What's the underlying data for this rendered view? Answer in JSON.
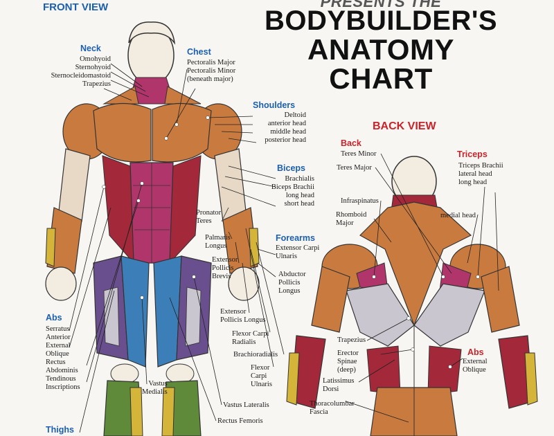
{
  "title": {
    "top_partial": "PRESENTS THE",
    "line1": "BODYBUILDER'S",
    "line2": "ANATOMY",
    "line3": "CHART"
  },
  "views": {
    "front": "FRONT VIEW",
    "back": "BACK VIEW"
  },
  "front": {
    "neck": {
      "heading": "Neck",
      "items": "Omohyoid\nSternohyoid\nSternocleidomastoid\nTrapezius"
    },
    "chest": {
      "heading": "Chest",
      "items": "Pectoralis Major\nPectoralis Minor\n(beneath major)"
    },
    "shoulders": {
      "heading": "Shoulders",
      "items": "Deltoid\nanterior head\nmiddle head\nposterior head"
    },
    "biceps": {
      "heading": "Biceps",
      "items": "Brachialis\nBiceps Brachii\nlong head\nshort head"
    },
    "pronator": "Pronator\nTeres",
    "palmaris": "Palmaris\nLongus",
    "extensor_pollicis_brevis": "Extensor\nPollicis\nBrevis",
    "forearms": {
      "heading": "Forearms",
      "items": "Extensor Carpi\nUlnaris"
    },
    "abductor": "Abductor\nPollicis\nLongus",
    "extensor_pollicis_longus": "Extensor\nPollicis Longus",
    "flexor_carpi_radialis": "Flexor Carpi\nRadialis",
    "brachioradialis": "Brachioradialis",
    "flexor_carpi_ulnaris": "Flexor\nCarpi\nUlnaris",
    "abs": {
      "heading": "Abs",
      "items": "Serratus\nAnterior\nExternal\nOblique\nRectus\nAbdominis\nTendinous\nInscriptions"
    },
    "vastus_medialis": "Vastus\nMedialis",
    "vastus_lateralis": "Vastus Lateralis",
    "rectus_femoris": "Rectus Femoris",
    "thighs": {
      "heading": "Thighs"
    }
  },
  "back": {
    "back_group": {
      "heading": "Back",
      "teres_minor": "Teres Minor",
      "teres_major": "Teres Major",
      "infraspinatus": "Infraspinatus",
      "rhomboid": "Rhomboid\nMajor"
    },
    "triceps": {
      "heading": "Triceps",
      "items": "Triceps Brachii\nlateral head\nlong head",
      "medial": "medial head"
    },
    "trapezius": "Trapezius",
    "erector": "Erector\nSpinae\n(deep)",
    "latissimus": "Latissimus\nDorsi",
    "thoracolumbar": "Thoracolumbar\nFascia",
    "abs": {
      "heading": "Abs",
      "items": "External\nOblique"
    }
  },
  "colors": {
    "background": "#f7f6f2",
    "heading_blue": "#1b5fae",
    "heading_red": "#c8232b",
    "muscle_orange": "#c97a3f",
    "muscle_red": "#a3283a",
    "muscle_magenta": "#b0356b",
    "muscle_blue": "#3c7fb8",
    "muscle_purple": "#6a4f8e",
    "muscle_green": "#5f8a3a",
    "muscle_yellow": "#d4b53a",
    "muscle_gray": "#c9c6cf",
    "skin": "#f3ece1"
  }
}
